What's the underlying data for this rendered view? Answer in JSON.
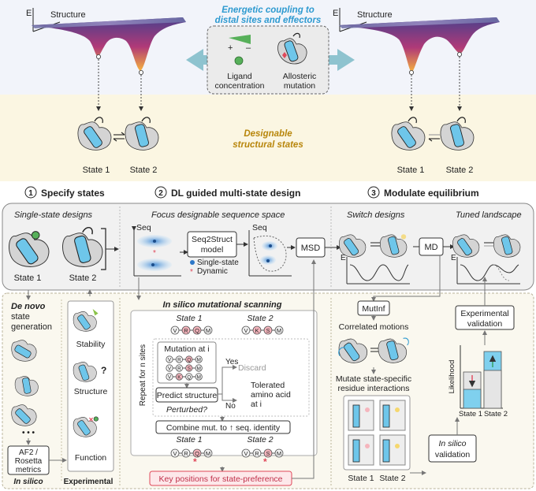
{
  "top": {
    "energy_axis_label": "E",
    "structure_axis_label": "Structure",
    "coupling_title_line1": "Energetic coupling to",
    "coupling_title_line2": "distal sites and effectors",
    "ligand_label_line1": "Ligand",
    "ligand_label_line2": "concentration",
    "mutation_label_line1": "Allosteric",
    "mutation_label_line2": "mutation",
    "plus_sign": "+",
    "minus_sign": "–",
    "designable_line1": "Designable",
    "designable_line2": "structural states",
    "state1_label": "State 1",
    "state2_label": "State 2"
  },
  "sections": {
    "s1_number": "1",
    "s1_title": "Specify states",
    "s2_number": "2",
    "s2_title": "DL guided multi-state design",
    "s3_number": "3",
    "s3_title": "Modulate equilibrium"
  },
  "panel": {
    "single_state_designs": "Single-state designs",
    "state1": "State 1",
    "state2": "State 2",
    "focus_space": "Focus designable sequence space",
    "seq_label": "Seq",
    "seq2struct_line1": "Seq2Struct",
    "seq2struct_line2": "model",
    "legend_single": "Single-state",
    "legend_dynamic": "Dynamic",
    "msd": "MSD",
    "switch_designs": "Switch designs",
    "tuned_landscape": "Tuned landscape",
    "md": "MD",
    "energy": "E"
  },
  "left": {
    "denovo_line1": "De novo",
    "denovo_line2": "state",
    "denovo_line3": "generation",
    "ellipsis": "• • •",
    "af2_line1": "AF2 /",
    "af2_line2": "Rosetta",
    "af2_line3": "metrics",
    "in_silico": "In silico",
    "experimental": "Experimental",
    "stability": "Stability",
    "structure": "Structure",
    "question": "?",
    "function": "Function"
  },
  "middle": {
    "scanning_title": "In silico mutational scanning",
    "state1": "State 1",
    "state2": "State 2",
    "seq_state1": [
      "V",
      "R",
      "Q",
      "M"
    ],
    "seq_state2": [
      "V",
      "K",
      "S",
      "M"
    ],
    "mutation_at_i": "Mutation at i",
    "mut_row1": [
      "V",
      "R",
      "Q",
      "M"
    ],
    "mut_row2": [
      "V",
      "R",
      "S",
      "M"
    ],
    "mut_row3": [
      "V",
      "K",
      "Q",
      "M"
    ],
    "predict_structure": "Predict structure",
    "perturbed": "Perturbed?",
    "yes": "Yes",
    "discard": "Discard",
    "no": "No",
    "tolerated_line1": "Tolerated",
    "tolerated_line2": "amino acid",
    "tolerated_line3": "at i",
    "repeat_label": "Repeat for n sites",
    "combine": "Combine mut. to ↑ seq. identity",
    "final_state1": [
      "V",
      "R",
      "Q",
      "M"
    ],
    "final_state2": [
      "V",
      "R",
      "S",
      "M"
    ],
    "asterisk": "*",
    "key_positions": "Key positions for state-preference"
  },
  "right": {
    "mutinf": "MutInf",
    "correlated": "Correlated motions",
    "mutate_line1": "Mutate state-specific",
    "mutate_line2": "residue interactions",
    "state1": "State 1",
    "state2": "State 2",
    "experimental_line1": "Experimental",
    "experimental_line2": "validation",
    "likelihood": "Likelihood",
    "bar_state1": "State 1",
    "bar_state2": "State 2",
    "insilico_line1": "In silico",
    "insilico_line2": "validation"
  },
  "colors": {
    "protein_blue": "#6ec6ea",
    "protein_gray": "#d4d4d4",
    "accent_blue": "#2e9ad0",
    "gold_text": "#b8860b",
    "mutation_red": "#e0485a",
    "highlight_pink": "#f5b5bd",
    "top_band": "#fbf6e2"
  }
}
